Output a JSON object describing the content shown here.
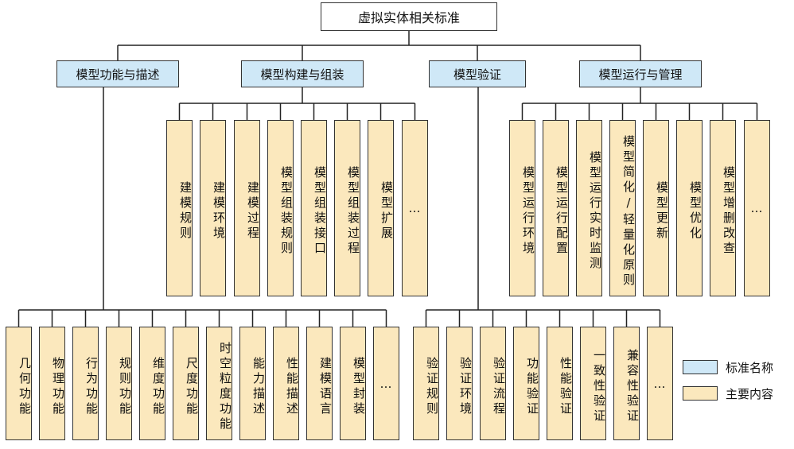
{
  "root": {
    "label": "虚拟实体相关标准"
  },
  "categories": [
    {
      "label": "模型功能与描述"
    },
    {
      "label": "模型构建与组装"
    },
    {
      "label": "模型验证"
    },
    {
      "label": "模型运行与管理"
    }
  ],
  "groups": {
    "build": [
      "建模规则",
      "建模环境",
      "建模过程",
      "模型组装规则",
      "模型组装接口",
      "模型组装过程",
      "模型扩展",
      "…"
    ],
    "run": [
      "模型运行环境",
      "模型运行配置",
      "模型运行实时监测",
      "模型简化/轻量化原则",
      "模型更新",
      "模型优化",
      "模型增删改查",
      "…"
    ],
    "func": [
      "几何功能",
      "物理功能",
      "行为功能",
      "规则功能",
      "维度功能",
      "尺度功能",
      "时空粒度功能",
      "能力描述",
      "性能描述",
      "建模语言",
      "模型封装",
      "…"
    ],
    "verify": [
      "验证规则",
      "验证环境",
      "验证流程",
      "功能验证",
      "性能验证",
      "一致性验证",
      "兼容性验证",
      "…"
    ]
  },
  "legend": [
    {
      "label": "标准名称",
      "color": "#cfe8f7"
    },
    {
      "label": "主要内容",
      "color": "#fbe8bd"
    }
  ]
}
